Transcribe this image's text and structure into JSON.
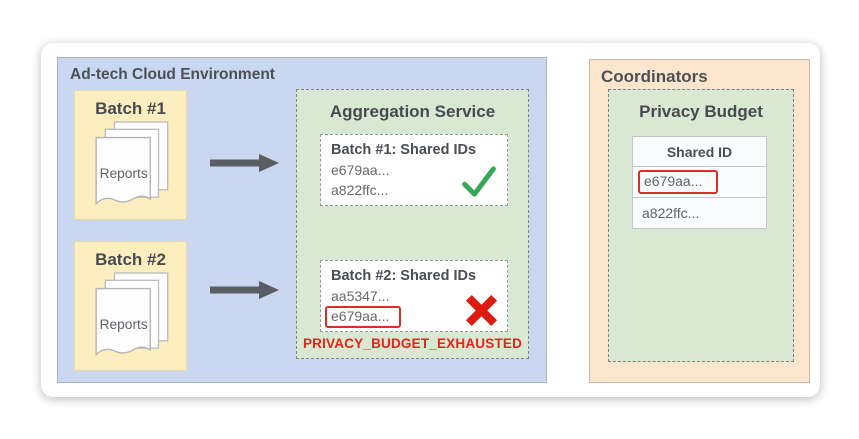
{
  "colors": {
    "adtech_bg": "#c9d7f1",
    "batch_bg": "#fdeec0",
    "service_bg": "#d9e8d3",
    "coordinators_bg": "#fce5cd",
    "error_red": "#e82317",
    "flag_box_red": "#d93025",
    "success_green": "#34a853",
    "arrow_gray": "#5a5d61",
    "heading_gray": "#4d5156",
    "id_gray": "#66696d"
  },
  "adtech": {
    "title": "Ad-tech Cloud Environment",
    "batches": [
      {
        "label": "Batch #1",
        "doc_label": "Reports"
      },
      {
        "label": "Batch #2",
        "doc_label": "Reports"
      }
    ],
    "aggregation": {
      "title": "Aggregation Service",
      "results": [
        {
          "title": "Batch #1: Shared IDs",
          "ids": [
            "e679aa...",
            "a822ffc..."
          ],
          "status": "success"
        },
        {
          "title": "Batch #2: Shared IDs",
          "ids": [
            "aa5347...",
            "e679aa..."
          ],
          "status": "error",
          "flagged_id": "e679aa..."
        }
      ],
      "error_label": "PRIVACY_BUDGET_EXHAUSTED"
    }
  },
  "coordinators": {
    "title": "Coordinators",
    "privacy_budget": {
      "title": "Privacy Budget",
      "table": {
        "header": "Shared ID",
        "rows": [
          "e679aa...",
          "a822ffc..."
        ],
        "flagged_row": "e679aa..."
      }
    }
  }
}
